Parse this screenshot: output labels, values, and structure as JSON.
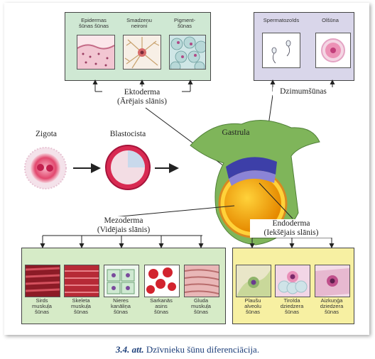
{
  "ectoderm": {
    "label": "Ektoderma\n(Ārējais slānis)",
    "cells": [
      {
        "caption": "Epidermas\nšūnas šūnas"
      },
      {
        "caption": "Smadzeņu\nneironi"
      },
      {
        "caption": "Pigment-\nšūnas"
      }
    ]
  },
  "germ": {
    "label": "Dzimumšūnas",
    "cells": [
      {
        "caption": "Spermatozoīds"
      },
      {
        "caption": "Olšūna"
      }
    ]
  },
  "stages": {
    "zygote": "Zigota",
    "blastocyst": "Blastocista",
    "gastrula": "Gastrula"
  },
  "mesoderm": {
    "label": "Mezoderma\n(Vidējais slānis)",
    "cells": [
      {
        "caption": "Sirds\nmuskuļa\nšūnas"
      },
      {
        "caption": "Skeleta\nmuskuļa\nšūnas"
      },
      {
        "caption": "Nieres\nkanāliņa\nšūnas"
      },
      {
        "caption": "Sarkanās\nasins\nšūnas"
      },
      {
        "caption": "Gluda\nmuskuļa\nšūnas"
      }
    ]
  },
  "endoderm": {
    "label": "Endoderma\n(Iekšējais slānis)",
    "cells": [
      {
        "caption": "Plaušu\nalveolu\nšūnas"
      },
      {
        "caption": "Tiroīda\ndziedzera\nšūnas"
      },
      {
        "caption": "Aizkuņģa\ndziedzera\nšūnas"
      }
    ]
  },
  "figure_caption": {
    "number": "3.4. att.",
    "text": "Dzīvnieku šūnu diferenciācija."
  }
}
